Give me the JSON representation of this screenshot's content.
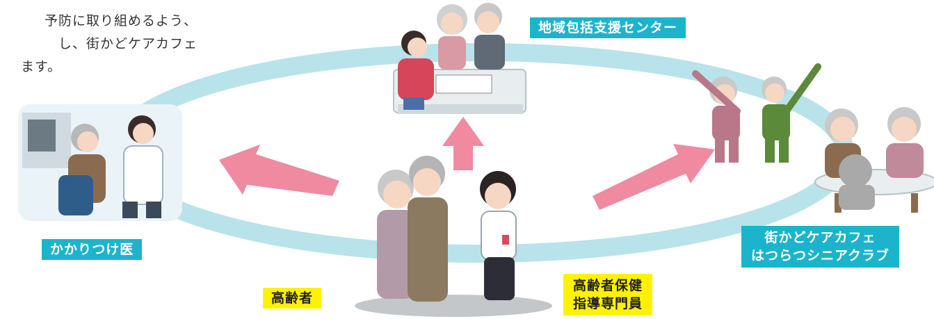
{
  "intro": {
    "lines": [
      "予防に取り組めるよう、",
      "し、街かどケアカフェ",
      "ます。"
    ]
  },
  "labels": {
    "chiiki": "地域包括支援センター",
    "kakaritsuke": "かかりつけ医",
    "cafe_line1": "街かどケアカフェ",
    "cafe_line2": "はつらつシニアクラブ",
    "koreisha": "高齢者",
    "hoken_line1": "高齢者保健",
    "hoken_line2": "指導専門員"
  },
  "colors": {
    "ring": "#b9e3ea",
    "arrow": "#ef8aa0",
    "label_blue": "#1cb4cc",
    "label_yellow": "#fff200",
    "text": "#333333"
  }
}
